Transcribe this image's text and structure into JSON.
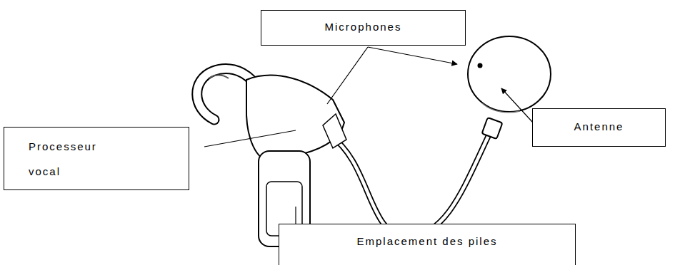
{
  "diagram": {
    "nodes": [
      {
        "text": [
          "Microphones"
        ]
      },
      {
        "text": [
          "Processeur vocal"
        ]
      },
      {
        "text": [
          "Antenne"
        ]
      },
      {
        "text": [
          "Emplacement des piles"
        ]
      }
    ]
  }
}
